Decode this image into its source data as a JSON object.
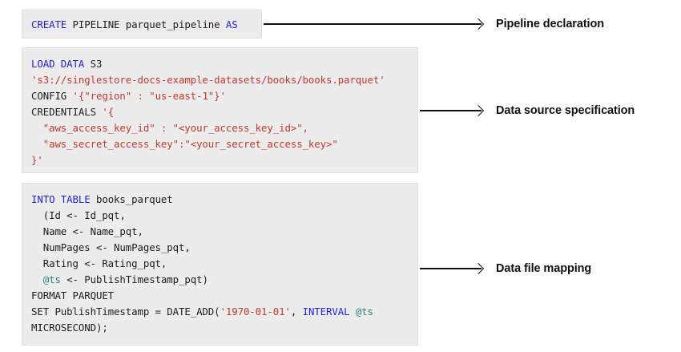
{
  "diagram": {
    "title": "SingleStore CREATE PIPELINE statement anatomy",
    "background_color": "#ffffff",
    "box_background_color": "#ececec",
    "colors": {
      "keyword": "#2222dd",
      "string": "#c0392b",
      "variable": "#2a8080",
      "plain": "#1d1d1d",
      "arrow": "#111111"
    }
  },
  "blocks": {
    "declaration": {
      "id": "pipeline-declaration",
      "annotation_label": "Pipeline declaration",
      "lines": [
        [
          {
            "t": "CREATE",
            "c": "kw"
          },
          {
            "t": " PIPELINE parquet_pipeline ",
            "c": "plain"
          },
          {
            "t": "AS",
            "c": "kw"
          }
        ]
      ]
    },
    "source": {
      "id": "data-source-specification",
      "annotation_label": "Data source specification",
      "lines": [
        [
          {
            "t": "LOAD DATA",
            "c": "kw"
          },
          {
            "t": " S3",
            "c": "plain"
          }
        ],
        [
          {
            "t": "'s3://singlestore-docs-example-datasets/books/books.parquet'",
            "c": "str"
          }
        ],
        [
          {
            "t": "CONFIG ",
            "c": "plain"
          },
          {
            "t": "'{\"region\" : \"us-east-1\"}'",
            "c": "str"
          }
        ],
        [
          {
            "t": "CREDENTIALS ",
            "c": "plain"
          },
          {
            "t": "'{",
            "c": "str"
          }
        ],
        [
          {
            "t": "  \"aws_access_key_id\" : \"<your_access_key_id>\",",
            "c": "str"
          }
        ],
        [
          {
            "t": "  \"aws_secret_access_key\":\"<your_secret_access_key>\"",
            "c": "str"
          }
        ],
        [
          {
            "t": "}'",
            "c": "str"
          }
        ]
      ]
    },
    "mapping": {
      "id": "data-file-mapping",
      "annotation_label": "Data file mapping",
      "lines": [
        [
          {
            "t": "INTO TABLE",
            "c": "kw"
          },
          {
            "t": " books_parquet",
            "c": "plain"
          }
        ],
        [
          {
            "t": "  (Id <- Id_pqt,",
            "c": "plain"
          }
        ],
        [
          {
            "t": "  Name <- Name_pqt,",
            "c": "plain"
          }
        ],
        [
          {
            "t": "  NumPages <- NumPages_pqt,",
            "c": "plain"
          }
        ],
        [
          {
            "t": "  Rating <- Rating_pqt,",
            "c": "plain"
          }
        ],
        [
          {
            "t": "  ",
            "c": "plain"
          },
          {
            "t": "@ts",
            "c": "var"
          },
          {
            "t": " <- PublishTimestamp_pqt)",
            "c": "plain"
          }
        ],
        [
          {
            "t": "FORMAT PARQUET",
            "c": "plain"
          }
        ],
        [
          {
            "t": "SET PublishTimestamp = DATE_ADD(",
            "c": "plain"
          },
          {
            "t": "'1970-01-01'",
            "c": "str"
          },
          {
            "t": ", ",
            "c": "plain"
          },
          {
            "t": "INTERVAL",
            "c": "kw"
          },
          {
            "t": " ",
            "c": "plain"
          },
          {
            "t": "@ts",
            "c": "var"
          }
        ],
        [
          {
            "t": "MICROSECOND);",
            "c": "plain"
          }
        ]
      ]
    }
  }
}
